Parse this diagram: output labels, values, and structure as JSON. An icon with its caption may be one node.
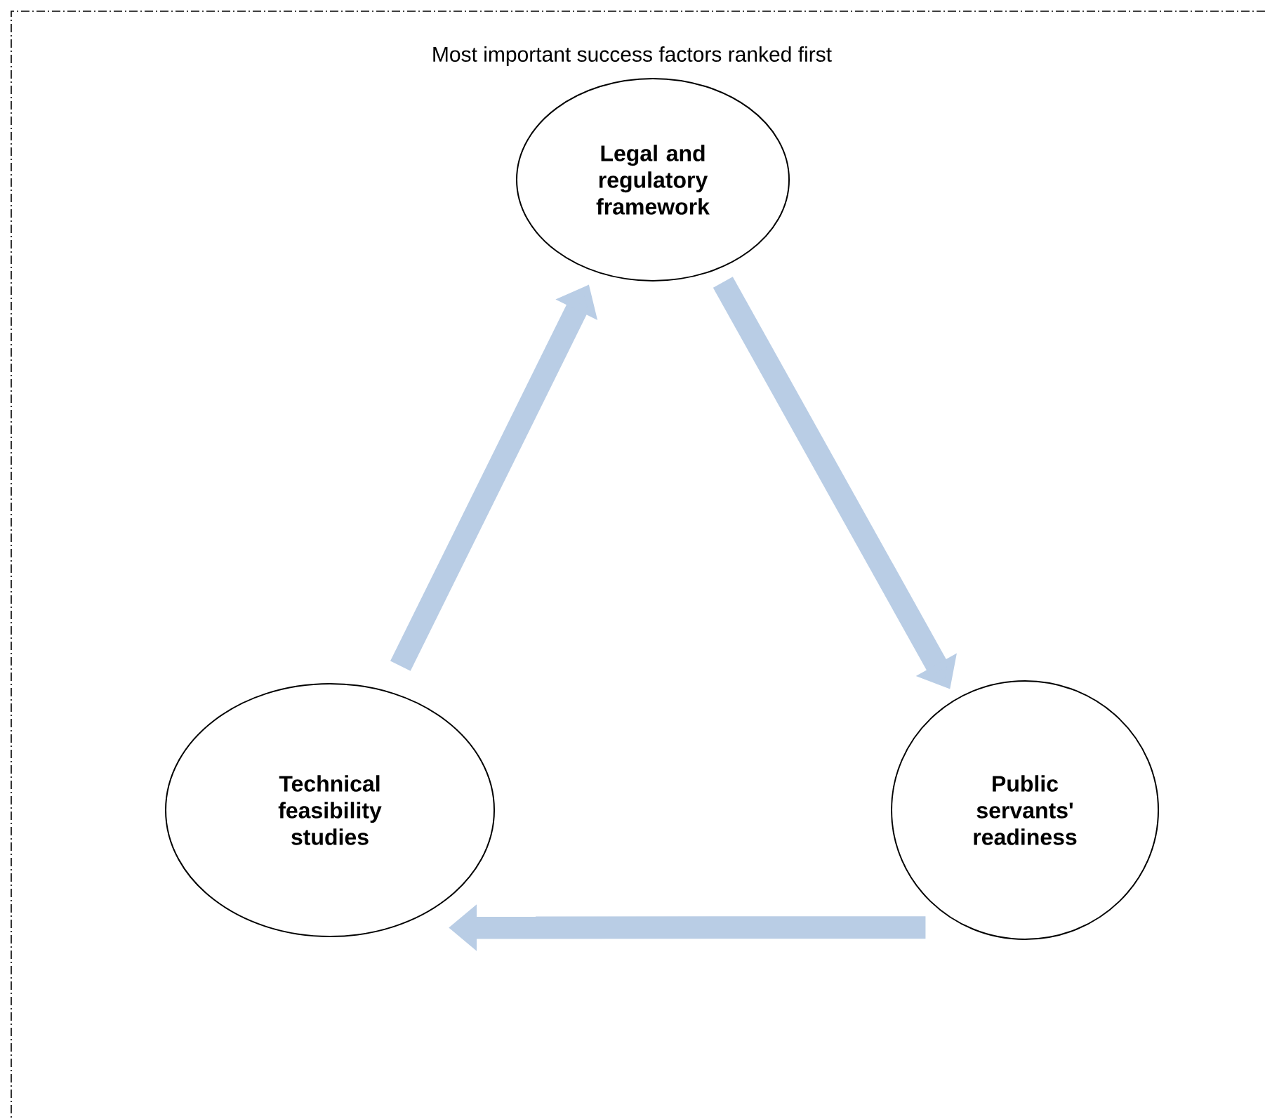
{
  "diagram": {
    "title": "Most important success factors ranked first",
    "nodes": [
      {
        "text": [
          "Legal and regulatory framework"
        ]
      },
      {
        "text": [
          "Technical feasibility studies"
        ]
      },
      {
        "text": [
          "Public servants' readiness"
        ]
      }
    ],
    "edges": [
      {
        "from": 1,
        "to": 0,
        "arrow": "to"
      },
      {
        "from": 0,
        "to": 2,
        "arrow": "to"
      },
      {
        "from": 2,
        "to": 1,
        "arrow": "to"
      }
    ]
  }
}
